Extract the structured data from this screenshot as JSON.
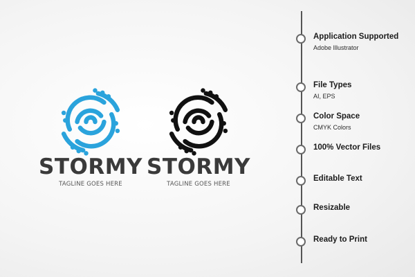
{
  "logos": [
    {
      "name": "STORMY",
      "tagline": "TAGLINE GOES HERE",
      "color": "#2aa3dc"
    },
    {
      "name": "STORMY",
      "tagline": "TAGLINE GOES HERE",
      "color": "#111111"
    }
  ],
  "wordmark_color": "#3a3a3a",
  "features": [
    {
      "title": "Application Supported",
      "desc": "Adobe Illustrator"
    },
    {
      "title": "File Types",
      "desc": "AI, EPS"
    },
    {
      "title": "Color Space",
      "desc": "CMYK Colors"
    },
    {
      "title": "100% Vector Files",
      "desc": ""
    },
    {
      "title": "Editable Text",
      "desc": ""
    },
    {
      "title": "Resizable",
      "desc": ""
    },
    {
      "title": "Ready to Print",
      "desc": ""
    }
  ],
  "icons": {
    "logo_mark": "swirl-storm-icon",
    "timeline_node": "circle-node-icon"
  }
}
